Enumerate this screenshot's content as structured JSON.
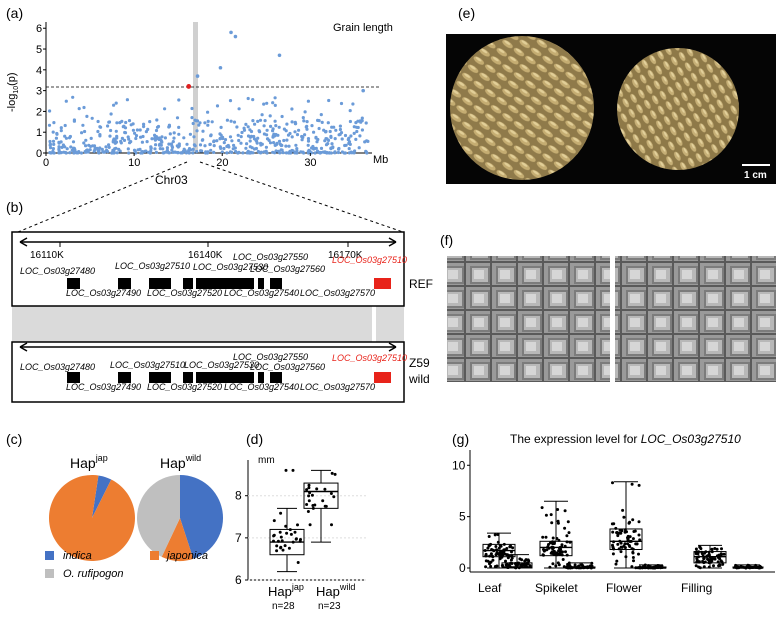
{
  "panel_labels": {
    "a": "(a)",
    "b": "(b)",
    "c": "(c)",
    "d": "(d)",
    "e": "(e)",
    "f": "(f)",
    "g": "(g)"
  },
  "panel_a": {
    "title": "Grain length",
    "xlabel": "Chr03",
    "x_unit": "Mb",
    "y_ticks": [
      "0",
      "1",
      "2",
      "3",
      "4",
      "5",
      "6"
    ],
    "x_ticks": [
      "0",
      "10",
      "20",
      "30"
    ]
  },
  "panel_b": {
    "ruler_labels": [
      "16110K",
      "16140K",
      "16170K"
    ],
    "ref_label": "REF",
    "wild_label_1": "Z59",
    "wild_label_2": "wild",
    "genes_top": [
      "LOC_Os03g27480",
      "LOC_Os03g27510",
      "LOC_Os03g27530",
      "LOC_Os03g27550",
      "LOC_Os03g27560",
      "LOC_Os03g27510"
    ],
    "genes_bottom": [
      "LOC_Os03g27490",
      "LOC_Os03g27520",
      "LOC_Os03g27540",
      "LOC_Os03g27570"
    ],
    "highlight_color": "#e8231a"
  },
  "panel_c": {
    "hap1": "Hap",
    "hap1_sup": "jap",
    "hap2": "Hap",
    "hap2_sup": "wild",
    "legend": {
      "indica": "indica",
      "japonica": "japonica",
      "rufipogon": "O. rufipogon"
    },
    "colors": {
      "indica": "#4472c4",
      "japonica": "#ed7d31",
      "rufipogon": "#bfbfbf"
    }
  },
  "panel_d": {
    "unit": "mm",
    "y_ticks": [
      "6",
      "7",
      "8"
    ],
    "groups": [
      {
        "name": "Hap",
        "sup": "jap",
        "n": "n=28"
      },
      {
        "name": "Hap",
        "sup": "wild",
        "n": "n=23"
      }
    ]
  },
  "panel_e": {
    "scale": "1 cm"
  },
  "panel_g": {
    "title_prefix": "The expression level for",
    "title_gene": "LOC_Os03g27510",
    "y_ticks": [
      "0",
      "5",
      "10"
    ],
    "categories": [
      "Leaf",
      "Spikelet",
      "Flower",
      "Filling"
    ]
  },
  "chart_data": [
    {
      "type": "scatter",
      "title": "Grain length",
      "xlabel": "Chr03",
      "ylabel": "-log10(p)",
      "xlim": [
        0,
        37
      ],
      "ylim": [
        0,
        6.3
      ],
      "threshold": 3,
      "lead_snp": {
        "x": 16.2,
        "y": 3.2
      },
      "highlight_points": [
        [
          21,
          5.8
        ],
        [
          21.5,
          5.6
        ],
        [
          26.5,
          4.7
        ],
        [
          19.8,
          4.1
        ],
        [
          17.2,
          3.7
        ],
        [
          36,
          3
        ]
      ]
    },
    {
      "type": "pie",
      "title": "Hap jap",
      "slices": [
        {
          "name": "indica",
          "value": 5
        },
        {
          "name": "japonica",
          "value": 95
        }
      ]
    },
    {
      "type": "pie",
      "title": "Hap wild",
      "slices": [
        {
          "name": "indica",
          "value": 45
        },
        {
          "name": "japonica",
          "value": 12
        },
        {
          "name": "O. rufipogon",
          "value": 43
        }
      ]
    },
    {
      "type": "box",
      "ylabel": "mm",
      "ylim": [
        6,
        8.8
      ],
      "groups": [
        {
          "name": "Hap jap",
          "n": 28,
          "min": 6.2,
          "q1": 6.6,
          "median": 6.9,
          "q3": 7.2,
          "max": 7.7
        },
        {
          "name": "Hap wild",
          "n": 23,
          "min": 6.9,
          "q1": 7.7,
          "median": 8.1,
          "q3": 8.3,
          "max": 8.6
        }
      ]
    },
    {
      "type": "box",
      "title": "The expression level for LOC_Os03g27510",
      "ylim": [
        0,
        11
      ],
      "groups": [
        {
          "name": "Leaf a",
          "min": 0,
          "q1": 1.1,
          "median": 1.7,
          "q3": 2.3,
          "max": 3.4
        },
        {
          "name": "Leaf b",
          "min": 0,
          "q1": 0,
          "median": 0.1,
          "q3": 0.5,
          "max": 1.3
        },
        {
          "name": "Spikelet a",
          "min": 0,
          "q1": 1.2,
          "median": 2,
          "q3": 2.6,
          "max": 6.5
        },
        {
          "name": "Spikelet b",
          "min": 0,
          "q1": 0,
          "median": 0,
          "q3": 0.1,
          "max": 0.5
        },
        {
          "name": "Flower a",
          "min": 0,
          "q1": 1.8,
          "median": 2.6,
          "q3": 3.8,
          "max": 8.4
        },
        {
          "name": "Flower b",
          "min": 0,
          "q1": 0,
          "median": 0,
          "q3": 0.1,
          "max": 0.3
        },
        {
          "name": "Filling a",
          "min": 0,
          "q1": 0.5,
          "median": 1.1,
          "q3": 1.6,
          "max": 2.2
        },
        {
          "name": "Filling b",
          "min": 0,
          "q1": 0,
          "median": 0,
          "q3": 0.1,
          "max": 0.3
        }
      ]
    }
  ]
}
